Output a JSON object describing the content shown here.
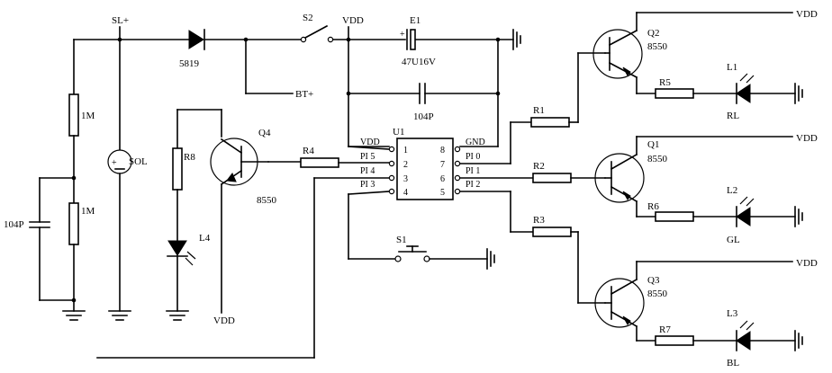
{
  "labels": {
    "sl_plus": "SL+",
    "s2": "S2",
    "vdd_top": "VDD",
    "e1": "E1",
    "e1_value": "47U16V",
    "d_5819": "5819",
    "bt_plus": "BT+",
    "c_104p_top": "104P",
    "r_1m_top": "1M",
    "r_1m_bottom": "1M",
    "c_104p_left": "104P",
    "sol": "SOL",
    "r8": "R8",
    "q4": "Q4",
    "q4_part": "8550",
    "r4": "R4",
    "l4": "L4",
    "vdd_q4": "VDD",
    "u1": "U1",
    "u1_vdd": "VDD",
    "u1_p15": "PI 5",
    "u1_p14": "PI 4",
    "u1_p13": "PI 3",
    "u1_gnd": "GND",
    "u1_p10": "PI 0",
    "u1_p11": "PI 1",
    "u1_p12": "PI 2",
    "pin1": "1",
    "pin2": "2",
    "pin3": "3",
    "pin4": "4",
    "pin5": "5",
    "pin6": "6",
    "pin7": "7",
    "pin8": "8",
    "s1": "S1",
    "r1": "R1",
    "r2": "R2",
    "r3": "R3",
    "q2": "Q2",
    "q2_part": "8550",
    "q1": "Q1",
    "q1_part": "8550",
    "q3": "Q3",
    "q3_part": "8550",
    "r5": "R5",
    "r6": "R6",
    "r7": "R7",
    "l1": "L1",
    "l2": "L2",
    "l3": "L3",
    "rl": "RL",
    "gl": "GL",
    "bl": "BL",
    "vdd_q2": "VDD",
    "vdd_q1": "VDD",
    "vdd_q3": "VDD"
  }
}
